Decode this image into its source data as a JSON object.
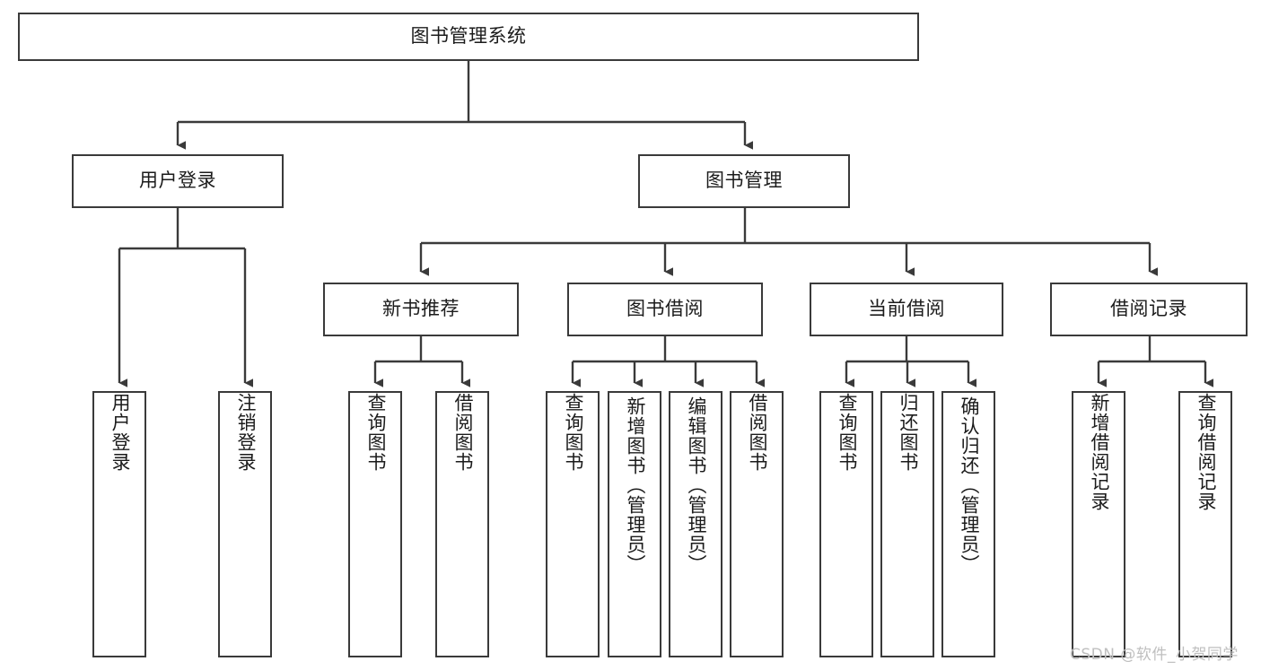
{
  "diagram": {
    "title": "图书管理系统",
    "type": "hierarchy-tree",
    "root": {
      "label": "图书管理系统"
    },
    "level2": [
      {
        "label": "用户登录"
      },
      {
        "label": "图书管理"
      }
    ],
    "level3": [
      {
        "label": "新书推荐"
      },
      {
        "label": "图书借阅"
      },
      {
        "label": "当前借阅"
      },
      {
        "label": "借阅记录"
      }
    ],
    "leaves": {
      "user_login": [
        {
          "label": "用户登录"
        },
        {
          "label": "注销登录"
        }
      ],
      "new_book": [
        {
          "label": "查询图书"
        },
        {
          "label": "借阅图书"
        }
      ],
      "book_borrow": [
        {
          "label": "查询图书"
        },
        {
          "label": "新增图书（管理员）"
        },
        {
          "label": "编辑图书（管理员）"
        },
        {
          "label": "借阅图书"
        }
      ],
      "current_borrow": [
        {
          "label": "查询图书"
        },
        {
          "label": "归还图书"
        },
        {
          "label": "确认归还（管理员）"
        }
      ],
      "borrow_record": [
        {
          "label": "新增借阅记录"
        },
        {
          "label": "查询借阅记录"
        }
      ]
    }
  },
  "watermark": {
    "text": "CSDN @软件_小贺同学"
  },
  "colors": {
    "stroke": "#3a3a3a",
    "box_fill": "#ffffff",
    "text": "#1b1b1b",
    "watermark": "#bfbfbf",
    "background": "#ffffff"
  }
}
